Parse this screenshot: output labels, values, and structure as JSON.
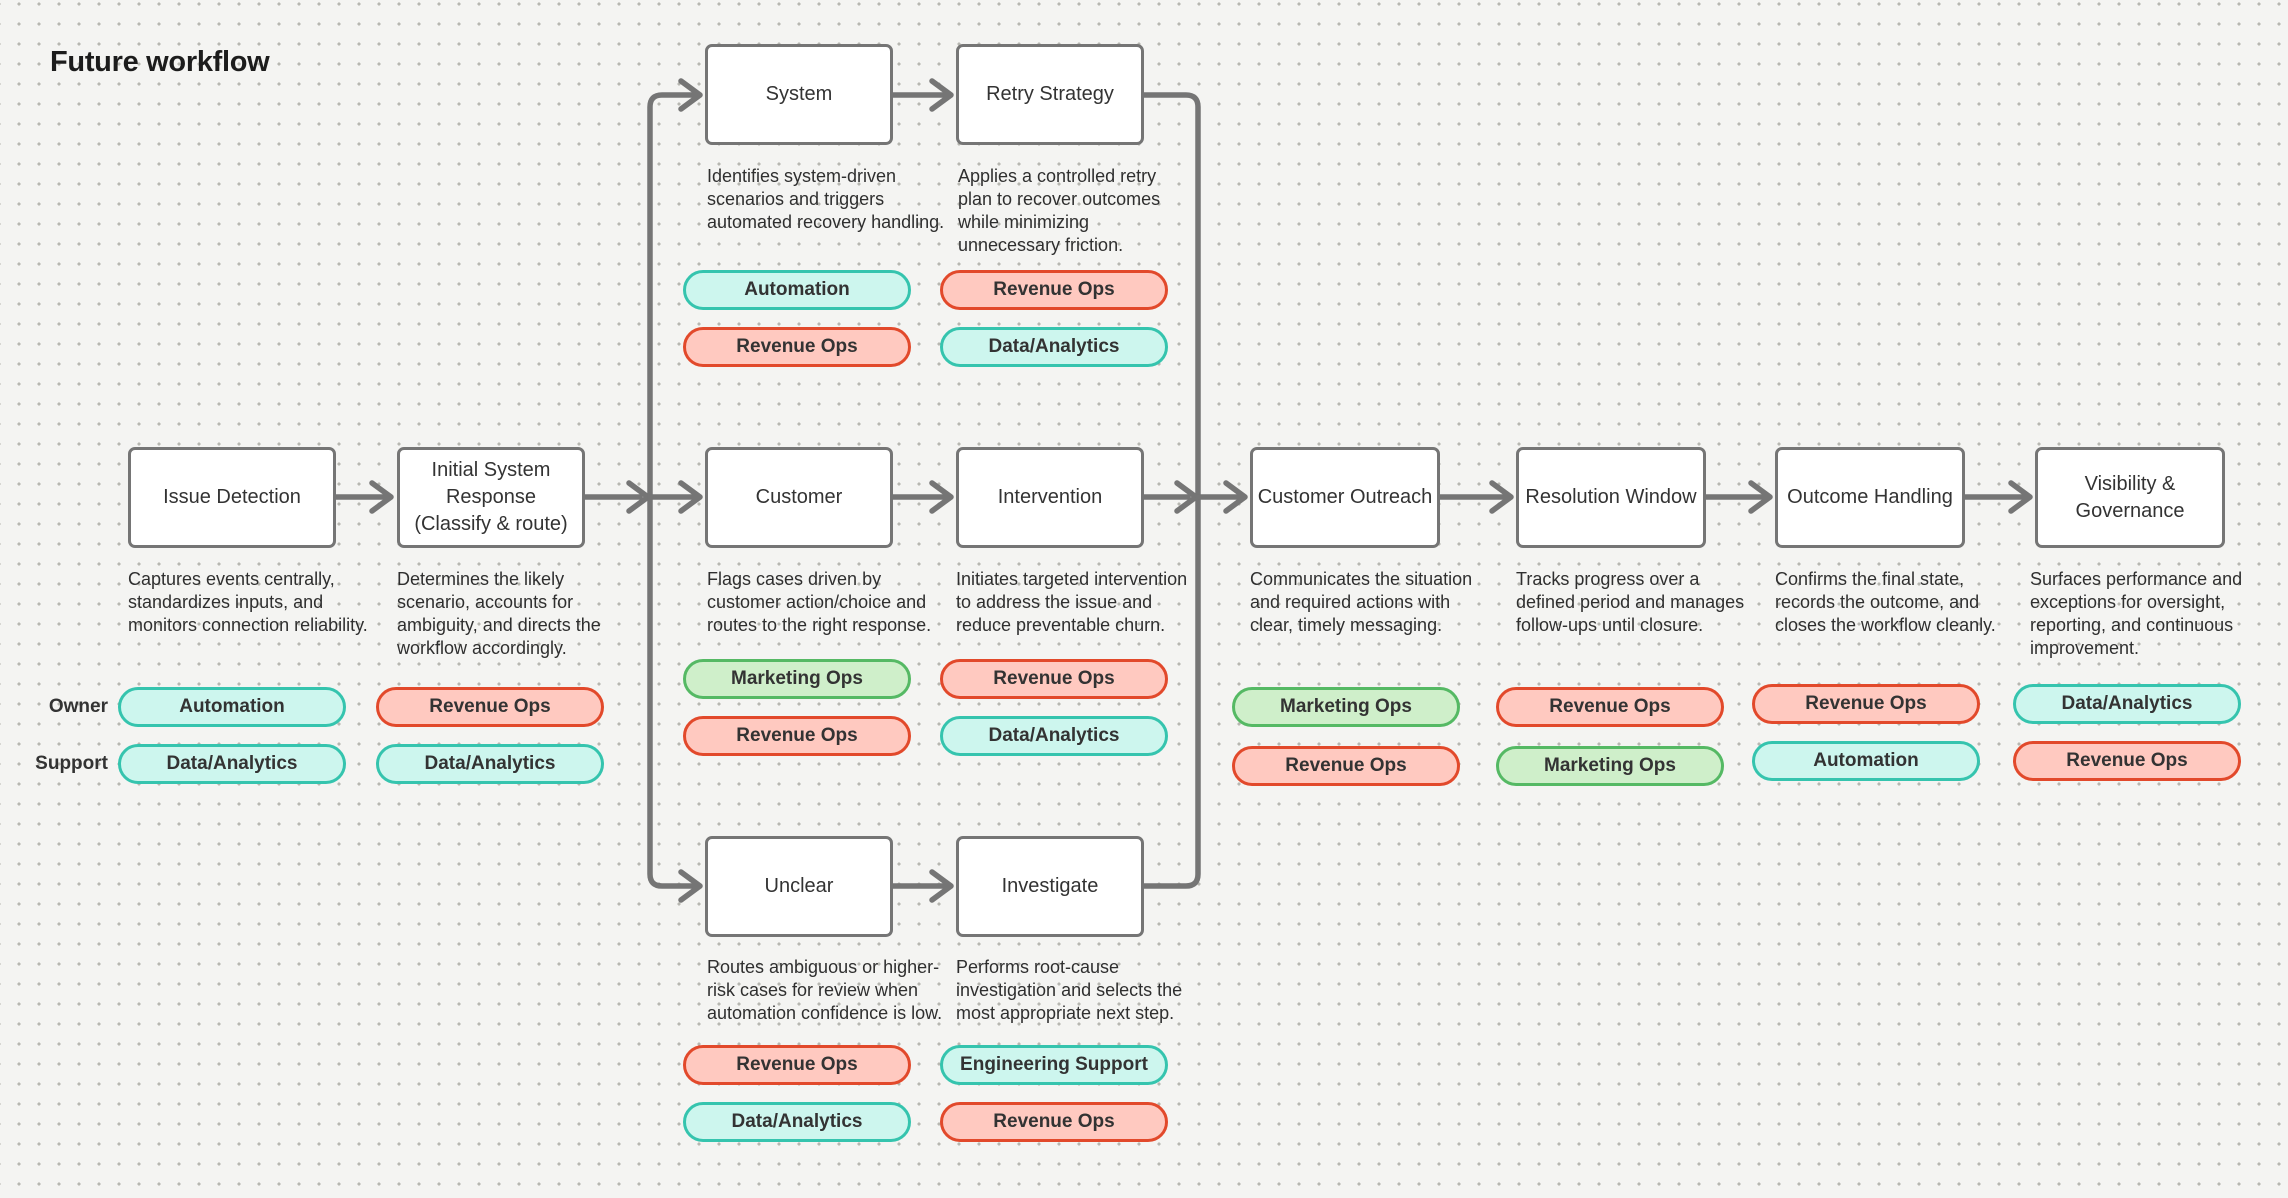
{
  "title": "Future workflow",
  "legend": {
    "owner_label": "Owner",
    "support_label": "Support"
  },
  "palette": {
    "background": "#F4F4F2",
    "dot_grid": "#B7B7B1",
    "connector": "#757575",
    "node_border": "#757575",
    "node_fill": "#FFFFFF",
    "text": "#333333",
    "tag_teal_bg": "#CDF6EE",
    "tag_teal_border": "#35C4AE",
    "tag_salmon_bg": "#FFC9C0",
    "tag_salmon_border": "#E2492B",
    "tag_green_bg": "#CFEFCA",
    "tag_green_border": "#55B964"
  },
  "nodes": [
    {
      "title": "Issue Detection",
      "description": "Captures events centrally,\nstandardizes inputs, and\nmonitors connection reliability.",
      "owner": {
        "label": "Automation",
        "color": "teal"
      },
      "support": {
        "label": "Data/Analytics",
        "color": "teal"
      }
    },
    {
      "title": "Initial System Response",
      "subtitle": "(Classify & route)",
      "description": "Determines the likely\nscenario, accounts for\nambiguity, and directs the\nworkflow accordingly.",
      "owner": {
        "label": "Revenue Ops",
        "color": "salmon"
      },
      "support": {
        "label": "Data/Analytics",
        "color": "teal"
      }
    },
    {
      "title": "System",
      "description": "Identifies system-driven\nscenarios and triggers\nautomated recovery handling.",
      "owner": {
        "label": "Automation",
        "color": "teal"
      },
      "support": {
        "label": "Revenue Ops",
        "color": "salmon"
      }
    },
    {
      "title": "Retry Strategy",
      "description": "Applies a controlled retry\nplan to recover outcomes\nwhile minimizing\nunnecessary friction.",
      "owner": {
        "label": "Revenue Ops",
        "color": "salmon"
      },
      "support": {
        "label": "Data/Analytics",
        "color": "teal"
      }
    },
    {
      "title": "Customer",
      "description": "Flags cases driven by\ncustomer action/choice and\nroutes to the right response.",
      "owner": {
        "label": "Marketing Ops",
        "color": "green"
      },
      "support": {
        "label": "Revenue Ops",
        "color": "salmon"
      }
    },
    {
      "title": "Intervention",
      "description": "Initiates targeted intervention\nto address the issue and\nreduce preventable churn.",
      "owner": {
        "label": "Revenue Ops",
        "color": "salmon"
      },
      "support": {
        "label": "Data/Analytics",
        "color": "teal"
      }
    },
    {
      "title": "Unclear",
      "description": "Routes ambiguous or higher-\nrisk cases for review when\nautomation confidence is low.",
      "owner": {
        "label": "Revenue Ops",
        "color": "salmon"
      },
      "support": {
        "label": "Data/Analytics",
        "color": "teal"
      }
    },
    {
      "title": "Investigate",
      "description": "Performs root-cause\ninvestigation and selects the\nmost appropriate next step.",
      "owner": {
        "label": "Engineering Support",
        "color": "teal"
      },
      "support": {
        "label": "Revenue Ops",
        "color": "salmon"
      }
    },
    {
      "title": "Customer Outreach",
      "description": "Communicates the situation\nand required actions with\nclear, timely messaging.",
      "owner": {
        "label": "Marketing Ops",
        "color": "green"
      },
      "support": {
        "label": "Revenue Ops",
        "color": "salmon"
      }
    },
    {
      "title": "Resolution Window",
      "description": "Tracks progress over a\ndefined period and manages\nfollow-ups until closure.",
      "owner": {
        "label": "Revenue Ops",
        "color": "salmon"
      },
      "support": {
        "label": "Marketing Ops",
        "color": "green"
      }
    },
    {
      "title": "Outcome Handling",
      "description": "Confirms the final state,\nrecords the outcome, and\ncloses the workflow cleanly.",
      "owner": {
        "label": "Revenue Ops",
        "color": "salmon"
      },
      "support": {
        "label": "Automation",
        "color": "teal"
      }
    },
    {
      "title": "Visibility & Governance",
      "description": "Surfaces performance and\nexceptions for oversight,\nreporting, and continuous\nimprovement.",
      "owner": {
        "label": "Data/Analytics",
        "color": "teal"
      },
      "support": {
        "label": "Revenue Ops",
        "color": "salmon"
      }
    }
  ]
}
